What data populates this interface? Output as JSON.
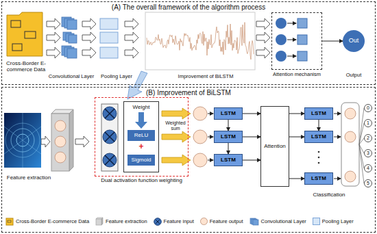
{
  "diagram": {
    "nodes": [
      {
        "text": [
          "(A) The overall framework of the algorithm process"
        ]
      },
      {
        "text": [
          "Attention mechanism"
        ],
        "in": 0
      },
      {
        "text": [
          "Out",
          "Output"
        ],
        "in": 0
      },
      {
        "text": [
          "(B) Improvement of BiLSTM"
        ]
      },
      {
        "text": [
          "Dual activation function weighting"
        ],
        "in": 3
      },
      {
        "text": [
          "Weight"
        ],
        "in": 4
      },
      {
        "text": [
          "ReLU"
        ],
        "in": 5
      },
      {
        "text": [
          "Sigmoid"
        ],
        "in": 5
      },
      {
        "text": [
          "LSTM"
        ],
        "in": 3
      },
      {
        "text": [
          "LSTM"
        ],
        "in": 3
      },
      {
        "text": [
          "LSTM"
        ],
        "in": 3
      },
      {
        "text": [
          "Attention"
        ],
        "in": 3
      },
      {
        "text": [
          "LSTM"
        ],
        "in": 3
      },
      {
        "text": [
          "LSTM"
        ],
        "in": 3
      },
      {
        "text": [
          "LSTM"
        ],
        "in": 3
      },
      {
        "text": [
          "0"
        ],
        "in": 3
      },
      {
        "text": [
          "1"
        ],
        "in": 3
      },
      {
        "text": [
          "2"
        ],
        "in": 3
      },
      {
        "text": [
          "3"
        ],
        "in": 3
      },
      {
        "text": [
          "4"
        ],
        "in": 3
      },
      {
        "text": [
          "5"
        ],
        "in": 3
      }
    ],
    "edges": [
      {
        "from": 1,
        "to": 2,
        "arrow": "to"
      },
      {
        "from": 8,
        "to": 9,
        "arrow": "to"
      },
      {
        "from": 9,
        "to": 10,
        "arrow": "to"
      },
      {
        "from": 8,
        "to": 11,
        "arrow": "to"
      },
      {
        "from": 9,
        "to": 11,
        "arrow": "to"
      },
      {
        "from": 10,
        "to": 11,
        "arrow": "to"
      },
      {
        "from": 11,
        "to": 12,
        "arrow": "to"
      },
      {
        "from": 11,
        "to": 13,
        "arrow": "to"
      },
      {
        "from": 11,
        "to": 14,
        "arrow": "to"
      },
      {
        "from": 12,
        "to": 13,
        "arrow": "to"
      }
    ],
    "labels": [
      "Cross-Border E-commerce Data",
      "Convolutional Layer",
      "Pooling Layer",
      "Improvement of BiLSTM",
      "Feature extraction",
      "Weighted sum",
      "+",
      "Classification"
    ],
    "legend": [
      {
        "text": "Cross-Border E-commerce Data"
      },
      {
        "text": "Feature extraction"
      },
      {
        "text": "Feature input"
      },
      {
        "text": "Feature output",
        "color": "#fde3d0"
      },
      {
        "text": "Convolutional Layer"
      },
      {
        "text": "Pooling Layer",
        "color": "#d6e6f7"
      }
    ]
  }
}
